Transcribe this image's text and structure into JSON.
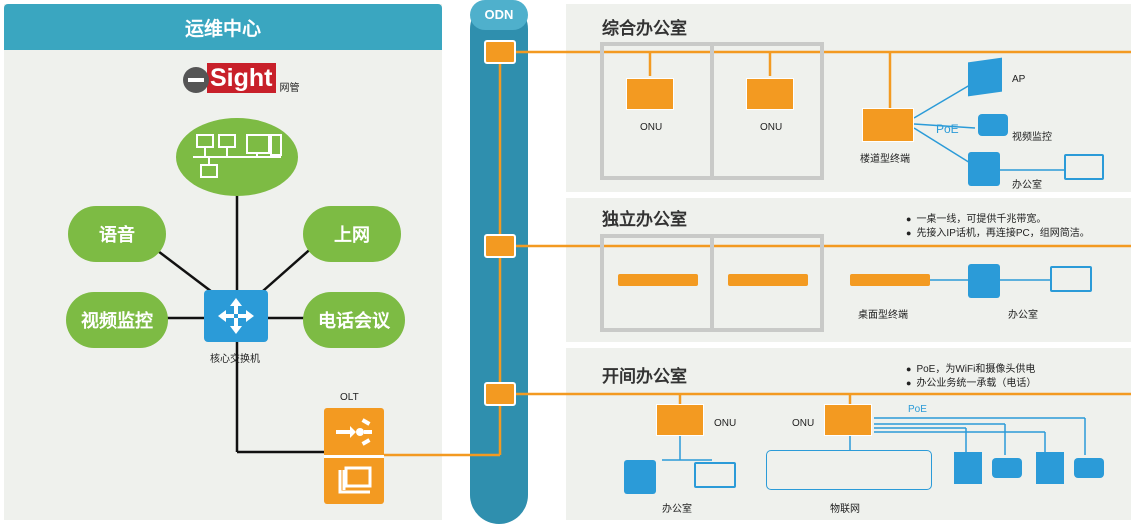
{
  "ops_center": {
    "title": "运维中心",
    "esight_logo": "eSight",
    "esight_sub": "网管",
    "clouds": [
      "语音",
      "上网",
      "视频监控",
      "电话会议"
    ],
    "core_switch": "核心交换机",
    "olt": "OLT"
  },
  "odn": "ODN",
  "office_general": {
    "title": "综合办公室",
    "onu_labels": [
      "ONU",
      "ONU"
    ],
    "corridor_terminal": "楼道型终端",
    "poe": "PoE",
    "ap": "AP",
    "video": "视频监控",
    "office": "办公室"
  },
  "office_independent": {
    "title": "独立办公室",
    "bullets": [
      "一桌一线，可提供千兆带宽。",
      "先接入IP话机，再连接PC，组网简洁。"
    ],
    "desktop_terminal": "桌面型终端",
    "office": "办公室"
  },
  "office_open": {
    "title": "开间办公室",
    "bullets": [
      "PoE，为WiFi和摄像头供电",
      "办公业务统一承载（电话）"
    ],
    "onu_labels": [
      "ONU",
      "ONU"
    ],
    "poe": "PoE",
    "office": "办公室",
    "iot": "物联网"
  },
  "colors": {
    "orange": "#f39a21",
    "blue": "#3aa6c0",
    "green": "#7dbb44",
    "odn": "#2f8fae"
  }
}
